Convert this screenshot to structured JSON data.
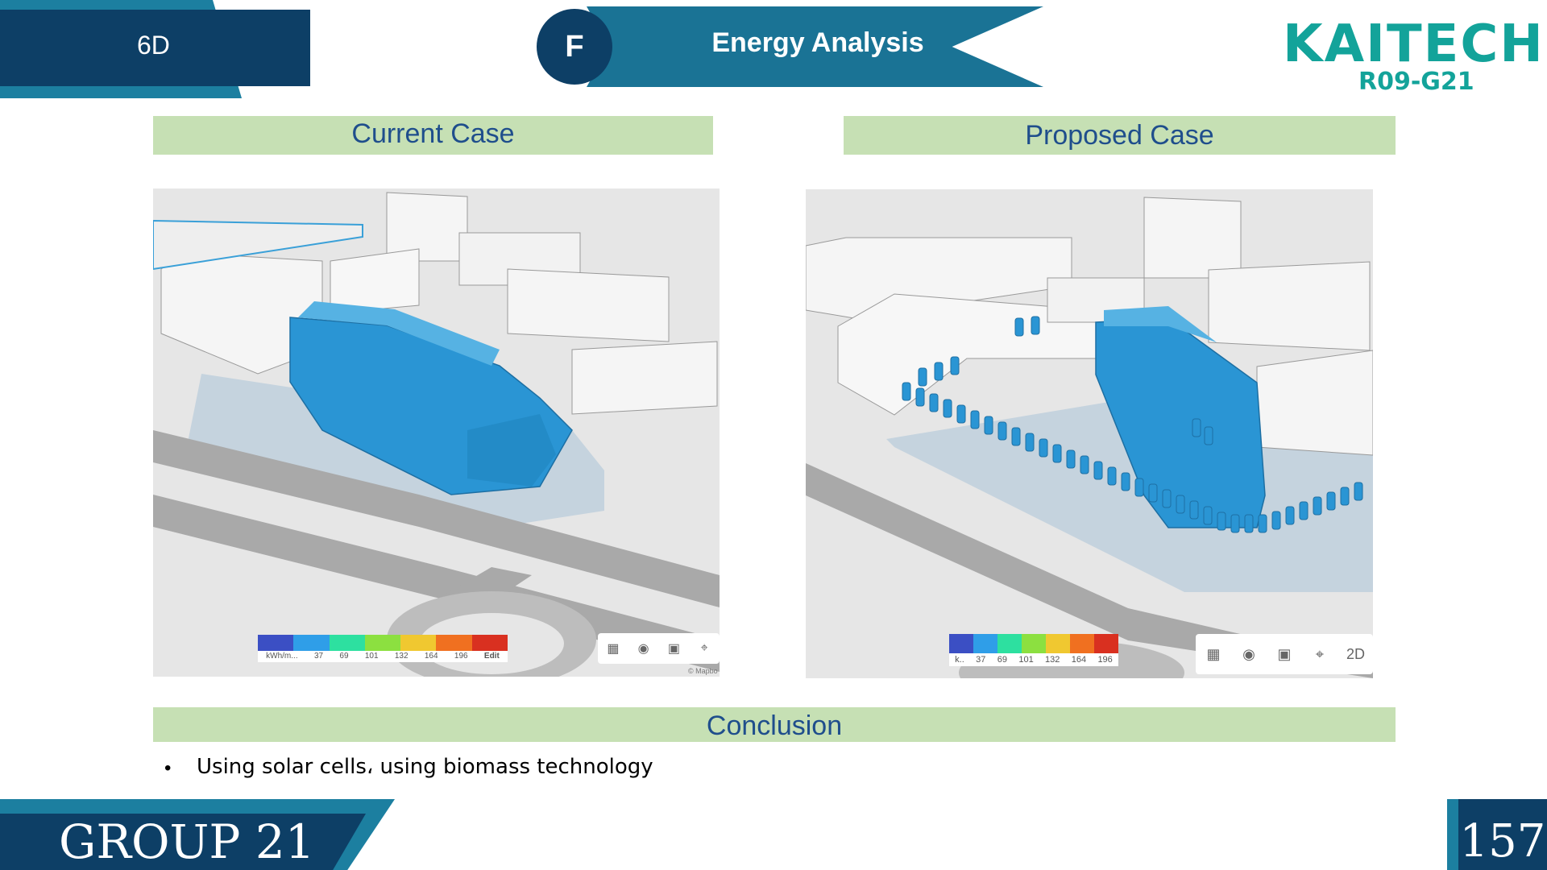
{
  "header": {
    "section_tab": "6D",
    "badge_letter": "F",
    "title": "Energy Analysis"
  },
  "logo": {
    "name": "KAITECH",
    "code": "R09-G21"
  },
  "panels": {
    "current_label": "Current Case",
    "proposed_label": "Proposed Case"
  },
  "legend_left": {
    "colors": [
      "#3b4fc4",
      "#2f9ee8",
      "#2de0a0",
      "#8ce040",
      "#f0c830",
      "#f07020",
      "#d93020"
    ],
    "unit": "kWh/m...",
    "ticks": [
      "37",
      "69",
      "101",
      "132",
      "164",
      "196"
    ],
    "edit_label": "Edit",
    "attribution": "© Mapbo"
  },
  "legend_right": {
    "colors": [
      "#3b4fc4",
      "#2f9ee8",
      "#2de0a0",
      "#8ce040",
      "#f0c830",
      "#f07020",
      "#d93020"
    ],
    "unit": "k..",
    "ticks": [
      "37",
      "69",
      "101",
      "132",
      "164",
      "196"
    ],
    "mode_label": "2D"
  },
  "toolbar_icons": [
    "grid-icon",
    "eye-icon",
    "camera-icon",
    "focus-icon"
  ],
  "conclusion": {
    "label": "Conclusion",
    "bullets": [
      "Using solar cells، using biomass technology"
    ]
  },
  "footer": {
    "group": "GROUP 21",
    "page": "157"
  },
  "colors": {
    "navy": "#0d3f66",
    "teal": "#1c7fa0",
    "header_green": "#c6e0b4",
    "header_text": "#1f4e8c",
    "model_blue": "#2a95d4",
    "logo_teal": "#13a39a"
  }
}
